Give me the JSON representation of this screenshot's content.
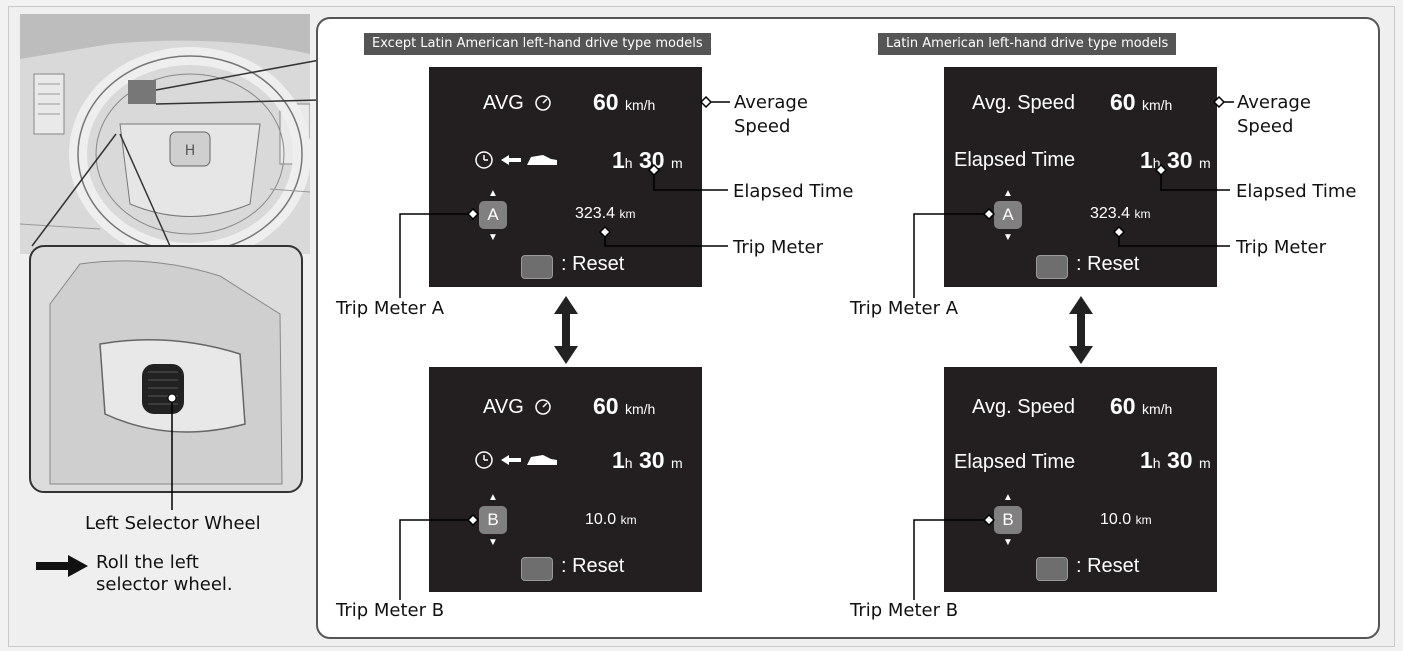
{
  "panels": {
    "left_tag": "Except Latin American left-hand drive type models",
    "right_tag": "Latin American left-hand drive type models"
  },
  "left_a": {
    "avg_label": "AVG",
    "speed_value": "60",
    "speed_unit": "km/h",
    "time_h": "1",
    "time_h_unit": "h",
    "time_m": "30",
    "time_m_unit": "m",
    "meter_badge": "A",
    "distance": "323.4",
    "distance_unit": "km",
    "reset": ": Reset"
  },
  "left_b": {
    "avg_label": "AVG",
    "speed_value": "60",
    "speed_unit": "km/h",
    "time_h": "1",
    "time_h_unit": "h",
    "time_m": "30",
    "time_m_unit": "m",
    "meter_badge": "B",
    "distance": "10.0",
    "distance_unit": "km",
    "reset": ": Reset"
  },
  "right_a": {
    "avg_label": "Avg. Speed",
    "elapsed_label": "Elapsed Time",
    "speed_value": "60",
    "speed_unit": "km/h",
    "time_h": "1",
    "time_h_unit": "h",
    "time_m": "30",
    "time_m_unit": "m",
    "meter_badge": "A",
    "distance": "323.4",
    "distance_unit": "km",
    "reset": ": Reset"
  },
  "right_b": {
    "avg_label": "Avg. Speed",
    "elapsed_label": "Elapsed Time",
    "speed_value": "60",
    "speed_unit": "km/h",
    "time_h": "1",
    "time_h_unit": "h",
    "time_m": "30",
    "time_m_unit": "m",
    "meter_badge": "B",
    "distance": "10.0",
    "distance_unit": "km",
    "reset": ": Reset"
  },
  "callouts": {
    "average_speed_1": "Average",
    "average_speed_2": "Speed",
    "elapsed_time": "Elapsed Time",
    "trip_meter": "Trip Meter",
    "trip_meter_a": "Trip Meter A",
    "trip_meter_b": "Trip Meter B"
  },
  "left_column": {
    "selector_label": "Left Selector Wheel",
    "instruction_1": "Roll the left",
    "instruction_2": "selector wheel."
  },
  "colors": {
    "screen_bg": "#231f20",
    "tag_bg": "#555555",
    "badge_bg": "#808080"
  }
}
